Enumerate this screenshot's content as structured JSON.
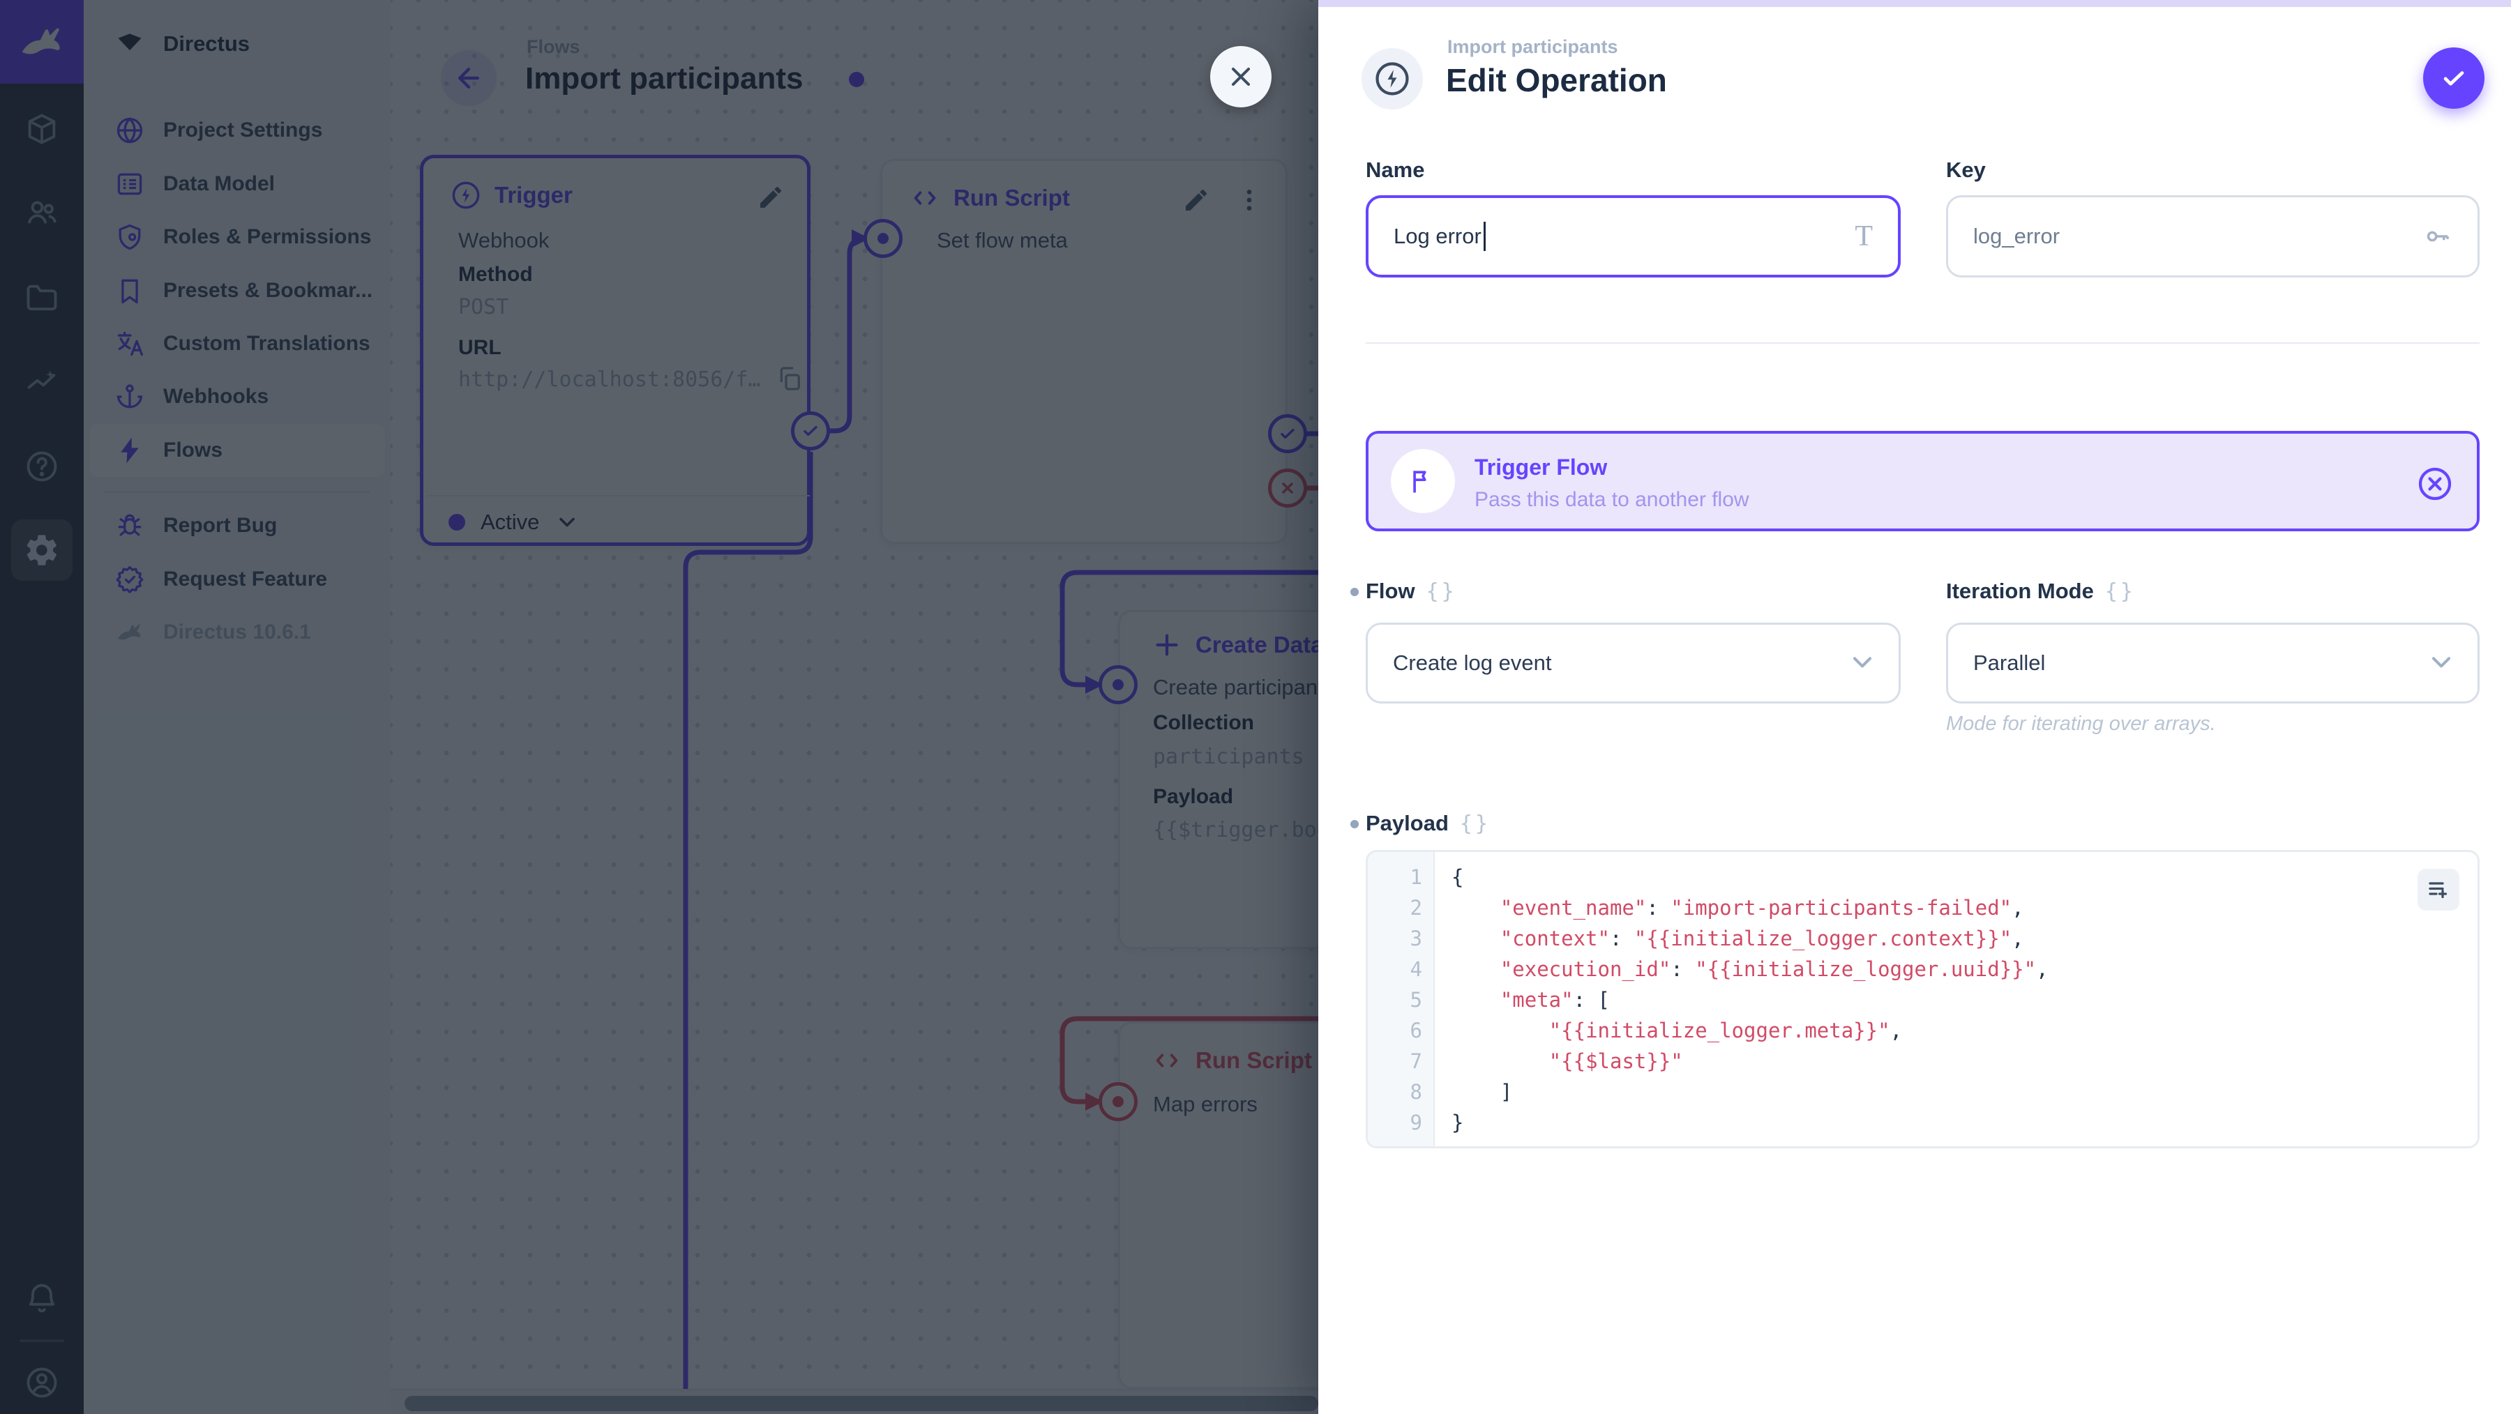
{
  "colors": {
    "accent": "#6644ff",
    "danger": "#e35169"
  },
  "sidebar": {
    "project_name": "Directus",
    "items": [
      {
        "label": "Project Settings"
      },
      {
        "label": "Data Model"
      },
      {
        "label": "Roles & Permissions"
      },
      {
        "label": "Presets & Bookmar..."
      },
      {
        "label": "Custom Translations"
      },
      {
        "label": "Webhooks"
      },
      {
        "label": "Flows"
      }
    ],
    "footer_items": [
      {
        "label": "Report Bug"
      },
      {
        "label": "Request Feature"
      }
    ],
    "version": "Directus 10.6.1"
  },
  "page": {
    "breadcrumb": "Flows",
    "title": "Import participants"
  },
  "canvas": {
    "trigger": {
      "title": "Trigger",
      "subtitle": "Webhook",
      "method_label": "Method",
      "method": "POST",
      "url_label": "URL",
      "url": "http://localhost:8056/f…",
      "status": "Active"
    },
    "set_flow_meta": {
      "title": "Run Script",
      "name": "Set flow meta"
    },
    "create_data": {
      "title": "Create Data",
      "name": "Create participants",
      "collection_label": "Collection",
      "collection": "participants",
      "payload_label": "Payload",
      "payload": "{{$trigger.body}}"
    },
    "map_errors": {
      "title": "Run Script",
      "name": "Map errors"
    }
  },
  "drawer": {
    "breadcrumb": "Import participants",
    "title": "Edit Operation",
    "name_field": {
      "label": "Name",
      "value": "Log error"
    },
    "key_field": {
      "label": "Key",
      "value": "log_error"
    },
    "banner": {
      "title": "Trigger Flow",
      "subtitle": "Pass this data to another flow"
    },
    "flow_field": {
      "label": "Flow",
      "value": "Create log event"
    },
    "iteration_field": {
      "label": "Iteration Mode",
      "value": "Parallel",
      "note": "Mode for iterating over arrays."
    },
    "payload_field": {
      "label": "Payload",
      "lines": [
        "{",
        "    \"event_name\": \"import-participants-failed\",",
        "    \"context\": \"{{initialize_logger.context}}\",",
        "    \"execution_id\": \"{{initialize_logger.uuid}}\",",
        "    \"meta\": [",
        "        \"{{initialize_logger.meta}}\",",
        "        \"{{$last}}\"",
        "    ]",
        "}"
      ]
    }
  }
}
